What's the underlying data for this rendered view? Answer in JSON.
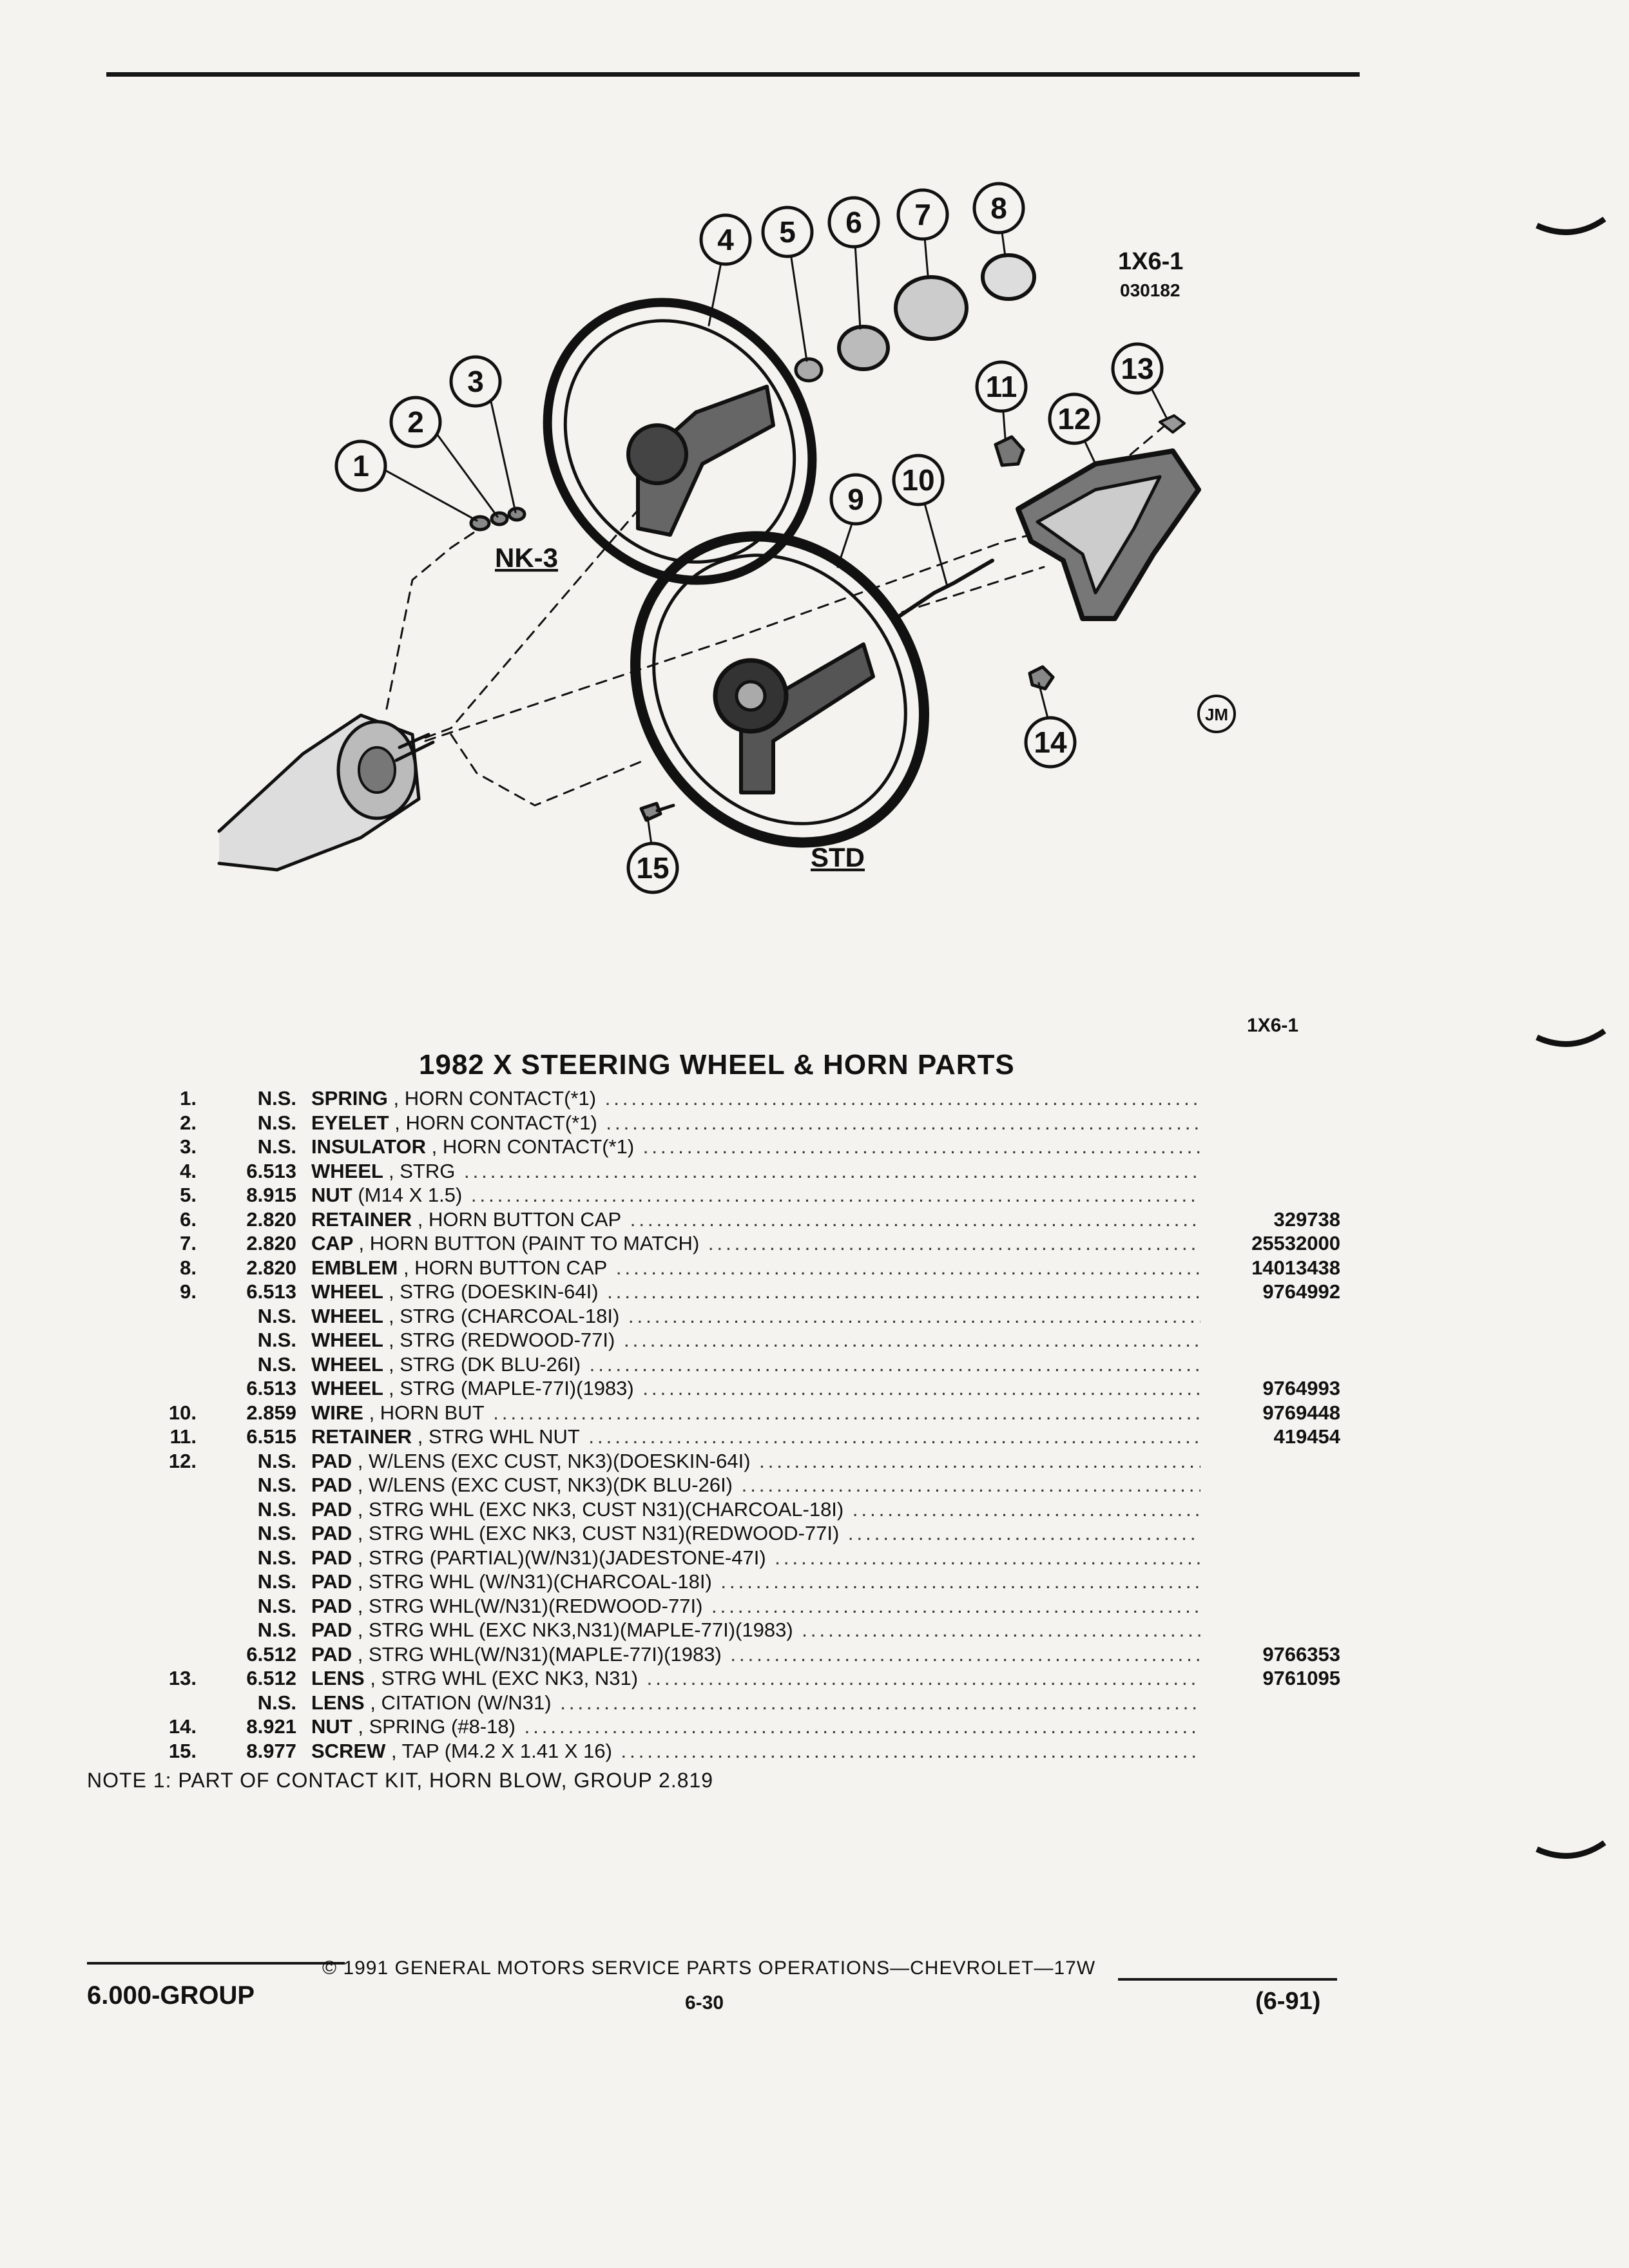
{
  "figure": {
    "ref": "1X6-1",
    "date_code": "030182",
    "ref_right": "1X6-1",
    "variant_labels": {
      "nk3": "NK-3",
      "std": "STD"
    },
    "callouts": [
      "1",
      "2",
      "3",
      "4",
      "5",
      "6",
      "7",
      "8",
      "9",
      "10",
      "11",
      "12",
      "13",
      "14",
      "15"
    ],
    "artist_mark": "JM"
  },
  "title": "1982 X STEERING WHEEL & HORN PARTS",
  "parts": [
    {
      "num": "1.",
      "group": "N.S.",
      "name": "SPRING",
      "desc": ", HORN CONTACT(*1)",
      "part": ""
    },
    {
      "num": "2.",
      "group": "N.S.",
      "name": "EYELET",
      "desc": ", HORN CONTACT(*1)",
      "part": ""
    },
    {
      "num": "3.",
      "group": "N.S.",
      "name": "INSULATOR",
      "desc": ", HORN CONTACT(*1)",
      "part": ""
    },
    {
      "num": "4.",
      "group": "6.513",
      "name": "WHEEL",
      "desc": ", STRG",
      "part": ""
    },
    {
      "num": "5.",
      "group": "8.915",
      "name": "NUT",
      "desc": "(M14 X 1.5)",
      "part": ""
    },
    {
      "num": "6.",
      "group": "2.820",
      "name": "RETAINER",
      "desc": ", HORN BUTTON CAP",
      "part": "329738"
    },
    {
      "num": "7.",
      "group": "2.820",
      "name": "CAP",
      "desc": ", HORN BUTTON (PAINT TO MATCH)",
      "part": "25532000"
    },
    {
      "num": "8.",
      "group": "2.820",
      "name": "EMBLEM",
      "desc": ", HORN BUTTON CAP",
      "part": "14013438"
    },
    {
      "num": "9.",
      "group": "6.513",
      "name": "WHEEL",
      "desc": ", STRG (DOESKIN-64I)",
      "part": "9764992"
    },
    {
      "num": "",
      "group": "N.S.",
      "name": "WHEEL",
      "desc": ", STRG (CHARCOAL-18I)",
      "part": ""
    },
    {
      "num": "",
      "group": "N.S.",
      "name": "WHEEL",
      "desc": ", STRG (REDWOOD-77I)",
      "part": ""
    },
    {
      "num": "",
      "group": "N.S.",
      "name": "WHEEL",
      "desc": ", STRG (DK BLU-26I)",
      "part": ""
    },
    {
      "num": "",
      "group": "6.513",
      "name": "WHEEL",
      "desc": ", STRG (MAPLE-77I)(1983)",
      "part": "9764993"
    },
    {
      "num": "10.",
      "group": "2.859",
      "name": "WIRE",
      "desc": ", HORN BUT",
      "part": "9769448"
    },
    {
      "num": "11.",
      "group": "6.515",
      "name": "RETAINER",
      "desc": ", STRG WHL NUT",
      "part": "419454"
    },
    {
      "num": "12.",
      "group": "N.S.",
      "name": "PAD",
      "desc": ", W/LENS (EXC CUST, NK3)(DOESKIN-64I)",
      "part": ""
    },
    {
      "num": "",
      "group": "N.S.",
      "name": "PAD",
      "desc": ", W/LENS (EXC CUST, NK3)(DK BLU-26I)",
      "part": ""
    },
    {
      "num": "",
      "group": "N.S.",
      "name": "PAD",
      "desc": ", STRG WHL (EXC NK3, CUST N31)(CHARCOAL-18I)",
      "part": ""
    },
    {
      "num": "",
      "group": "N.S.",
      "name": "PAD",
      "desc": ", STRG WHL (EXC NK3, CUST N31)(REDWOOD-77I)",
      "part": ""
    },
    {
      "num": "",
      "group": "N.S.",
      "name": "PAD",
      "desc": ", STRG (PARTIAL)(W/N31)(JADESTONE-47I)",
      "part": ""
    },
    {
      "num": "",
      "group": "N.S.",
      "name": "PAD",
      "desc": ", STRG WHL (W/N31)(CHARCOAL-18I)",
      "part": ""
    },
    {
      "num": "",
      "group": "N.S.",
      "name": "PAD",
      "desc": ", STRG WHL(W/N31)(REDWOOD-77I)",
      "part": ""
    },
    {
      "num": "",
      "group": "N.S.",
      "name": "PAD",
      "desc": ", STRG WHL (EXC NK3,N31)(MAPLE-77I)(1983)",
      "part": ""
    },
    {
      "num": "",
      "group": "6.512",
      "name": "PAD",
      "desc": ", STRG WHL(W/N31)(MAPLE-77I)(1983)",
      "part": "9766353"
    },
    {
      "num": "13.",
      "group": "6.512",
      "name": "LENS",
      "desc": ", STRG WHL (EXC NK3, N31)",
      "part": "9761095"
    },
    {
      "num": "",
      "group": "N.S.",
      "name": "LENS",
      "desc": ", CITATION (W/N31)",
      "part": ""
    },
    {
      "num": "14.",
      "group": "8.921",
      "name": "NUT",
      "desc": ", SPRING (#8-18)",
      "part": ""
    },
    {
      "num": "15.",
      "group": "8.977",
      "name": "SCREW",
      "desc": ", TAP (M4.2 X 1.41 X 16)",
      "part": ""
    }
  ],
  "note": "NOTE  1:  PART OF CONTACT KIT, HORN BLOW, GROUP 2.819",
  "footer": {
    "group": "6.000-GROUP",
    "copyright": "© 1991  GENERAL MOTORS SERVICE PARTS OPERATIONS—CHEVROLET—17W",
    "page": "6-30",
    "date": "(6-91)"
  }
}
